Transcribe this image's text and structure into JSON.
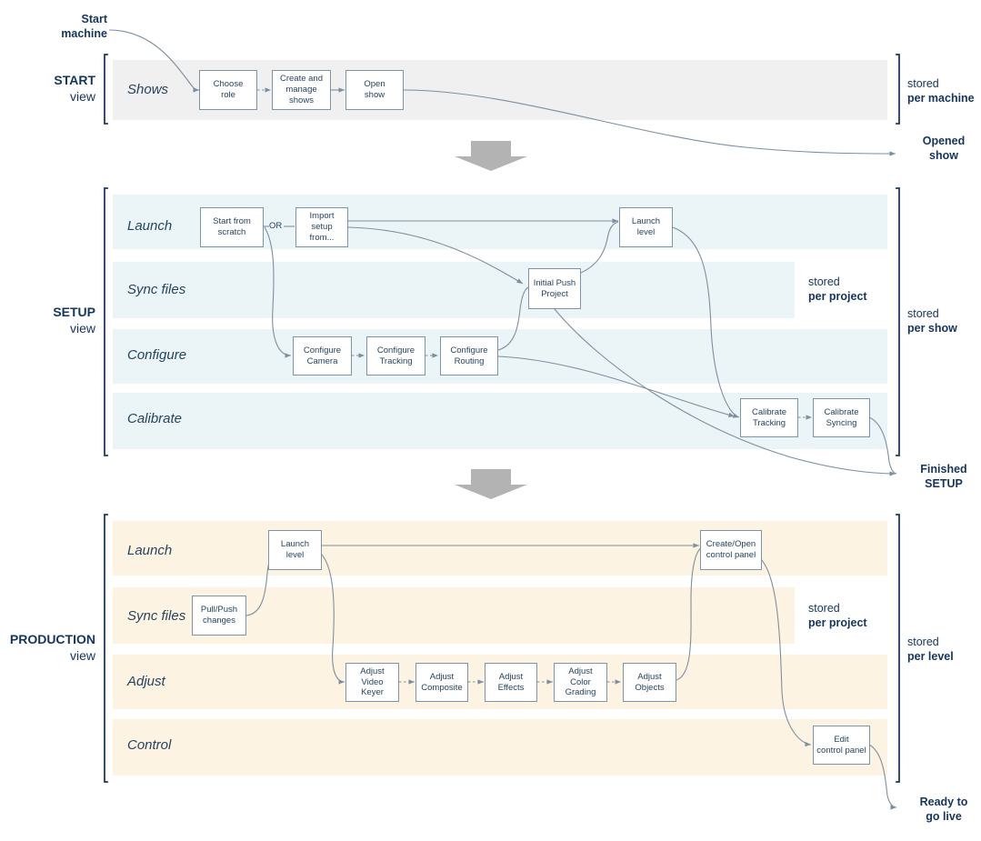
{
  "diagram": {
    "title": "Workflow stages: START / SETUP / PRODUCTION",
    "colors": {
      "text": "#16355c",
      "node_border": "#7d93a8",
      "connector": "#7d8f9e",
      "band_start": "#f0f0f0",
      "band_setup": "#ebf4f6",
      "band_production": "#fdf3e3",
      "bracket": "#1f3a5f",
      "chevron": "#b3b3b3"
    }
  },
  "callouts": {
    "start_machine": {
      "line1": "Start",
      "line2": "machine"
    },
    "opened_show": {
      "line1": "Opened",
      "line2": "show"
    },
    "finished_setup": {
      "line1": "Finished",
      "line2": "SETUP"
    },
    "ready_to_go_live": {
      "line1": "Ready to",
      "line2": "go live"
    }
  },
  "connector_labels": {
    "or": "OR"
  },
  "stages": [
    {
      "id": "start",
      "name_bold": "START",
      "name_light": "view",
      "band_color": "#f0f0f0",
      "scope_note": {
        "line1": "stored",
        "line2": "per machine"
      },
      "lanes": [
        {
          "id": "shows",
          "label": "Shows",
          "nodes": [
            {
              "id": "choose-role",
              "label": "Choose\nrole"
            },
            {
              "id": "create-and-manage-shows",
              "label": "Create and\nmanage\nshows"
            },
            {
              "id": "open-show",
              "label": "Open\nshow"
            }
          ]
        }
      ]
    },
    {
      "id": "setup",
      "name_bold": "SETUP",
      "name_light": "view",
      "band_color": "#ebf4f6",
      "project_note": {
        "line1": "stored",
        "line2": "per project"
      },
      "scope_note": {
        "line1": "stored",
        "line2": "per show"
      },
      "lanes": [
        {
          "id": "launch",
          "label": "Launch",
          "nodes": [
            {
              "id": "start-from-scratch",
              "label": "Start from\nscratch"
            },
            {
              "id": "import-setup-from",
              "label": "Import setup\nfrom..."
            },
            {
              "id": "launch-level",
              "label": "Launch\nlevel"
            }
          ]
        },
        {
          "id": "sync-files",
          "label": "Sync files",
          "nodes": [
            {
              "id": "initial-push-project",
              "label": "Initial Push\nProject"
            }
          ]
        },
        {
          "id": "configure",
          "label": "Configure",
          "nodes": [
            {
              "id": "configure-camera",
              "label": "Configure\nCamera"
            },
            {
              "id": "configure-tracking",
              "label": "Configure\nTracking"
            },
            {
              "id": "configure-routing",
              "label": "Configure\nRouting"
            }
          ]
        },
        {
          "id": "calibrate",
          "label": "Calibrate",
          "nodes": [
            {
              "id": "calibrate-tracking",
              "label": "Calibrate\nTracking"
            },
            {
              "id": "calibrate-syncing",
              "label": "Calibrate\nSyncing"
            }
          ]
        }
      ]
    },
    {
      "id": "production",
      "name_bold": "PRODUCTION",
      "name_light": "view",
      "band_color": "#fdf3e3",
      "project_note": {
        "line1": "stored",
        "line2": "per project"
      },
      "scope_note": {
        "line1": "stored",
        "line2": "per level"
      },
      "lanes": [
        {
          "id": "launch",
          "label": "Launch",
          "nodes": [
            {
              "id": "launch-level",
              "label": "Launch\nlevel"
            },
            {
              "id": "create-open-control-panel",
              "label": "Create/Open\ncontrol panel"
            }
          ]
        },
        {
          "id": "sync-files",
          "label": "Sync files",
          "nodes": [
            {
              "id": "pull-push-changes",
              "label": "Pull/Push\nchanges"
            }
          ]
        },
        {
          "id": "adjust",
          "label": "Adjust",
          "nodes": [
            {
              "id": "adjust-video-keyer",
              "label": "Adjust Video\nKeyer"
            },
            {
              "id": "adjust-composite",
              "label": "Adjust\nComposite"
            },
            {
              "id": "adjust-effects",
              "label": "Adjust\nEffects"
            },
            {
              "id": "adjust-color-grading",
              "label": "Adjust Color\nGrading"
            },
            {
              "id": "adjust-objects",
              "label": "Adjust\nObjects"
            }
          ]
        },
        {
          "id": "control",
          "label": "Control",
          "nodes": [
            {
              "id": "edit-control-panel",
              "label": "Edit\ncontrol panel"
            }
          ]
        }
      ]
    }
  ]
}
